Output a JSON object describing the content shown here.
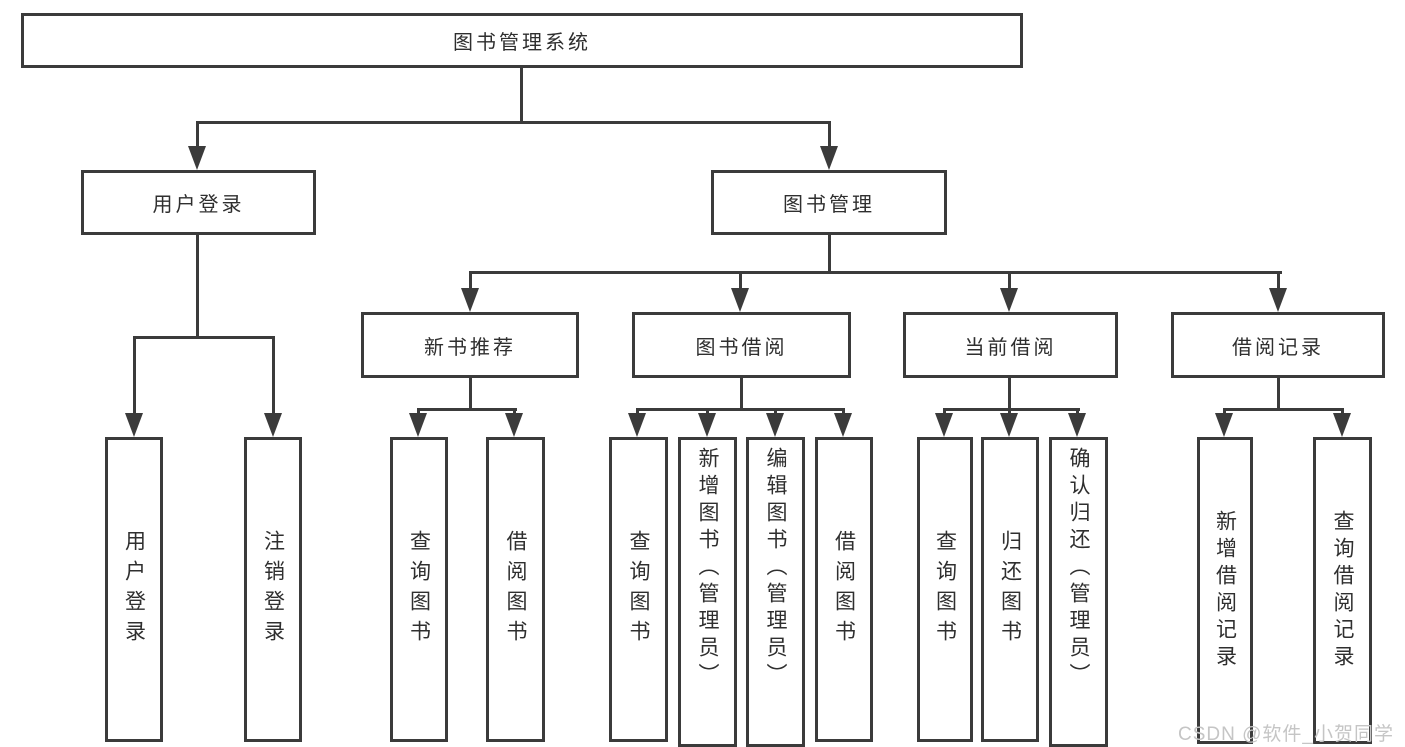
{
  "title": {
    "label": "图书管理系统"
  },
  "nodes": {
    "user_login": {
      "label": "用户登录"
    },
    "book_mgmt": {
      "label": "图书管理"
    },
    "new_book_rec": {
      "label": "新书推荐"
    },
    "book_borrow": {
      "label": "图书借阅"
    },
    "current_borrow": {
      "label": "当前借阅"
    },
    "borrow_record": {
      "label": "借阅记录"
    },
    "leaf_user_login": {
      "label": "用户登录"
    },
    "leaf_logout": {
      "label": "注销登录"
    },
    "leaf_nb_query": {
      "label": "查询图书"
    },
    "leaf_nb_borrow": {
      "label": "借阅图书"
    },
    "leaf_bb_query": {
      "label": "查询图书"
    },
    "leaf_bb_add": {
      "label": "新增图书（管理员）"
    },
    "leaf_bb_edit": {
      "label": "编辑图书（管理员）"
    },
    "leaf_bb_borrow": {
      "label": "借阅图书"
    },
    "leaf_cb_query": {
      "label": "查询图书"
    },
    "leaf_cb_return": {
      "label": "归还图书"
    },
    "leaf_cb_confirm": {
      "label": "确认归还（管理员）"
    },
    "leaf_br_add": {
      "label": "新增借阅记录"
    },
    "leaf_br_query": {
      "label": "查询借阅记录"
    }
  },
  "hierarchy": {
    "图书管理系统": {
      "用户登录": [
        "用户登录",
        "注销登录"
      ],
      "图书管理": {
        "新书推荐": [
          "查询图书",
          "借阅图书"
        ],
        "图书借阅": [
          "查询图书",
          "新增图书（管理员）",
          "编辑图书（管理员）",
          "借阅图书"
        ],
        "当前借阅": [
          "查询图书",
          "归还图书",
          "确认归还（管理员）"
        ],
        "借阅记录": [
          "新增借阅记录",
          "查询借阅记录"
        ]
      }
    }
  },
  "watermark": {
    "text": "CSDN @软件_小贺同学"
  },
  "colors": {
    "line": "#3b3b3b",
    "box_border": "#3b3b3b",
    "text": "#2f2f2f",
    "watermark": "#c5c5c5",
    "background": "#ffffff"
  }
}
